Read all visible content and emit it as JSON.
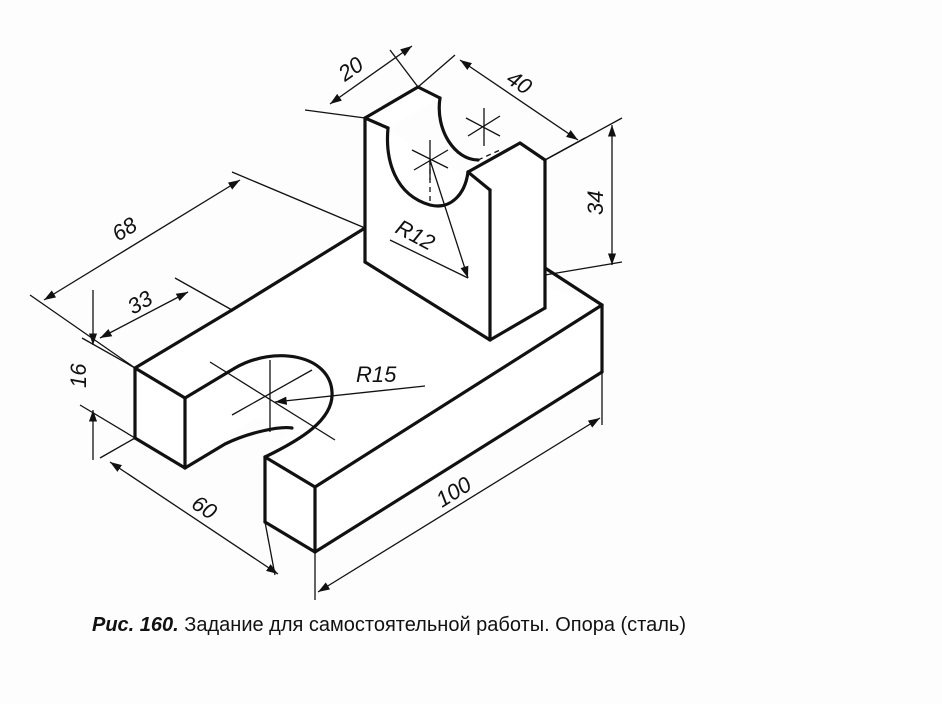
{
  "dimensions": {
    "d20": "20",
    "d40": "40",
    "d34": "34",
    "d68": "68",
    "d33": "33",
    "d16": "16",
    "r12": "R12",
    "r15": "R15",
    "d60": "60",
    "d100": "100"
  },
  "caption": {
    "figure_label": "Рис. 160.",
    "text": "Задание для самостоятельной работы. Опора (сталь)"
  }
}
